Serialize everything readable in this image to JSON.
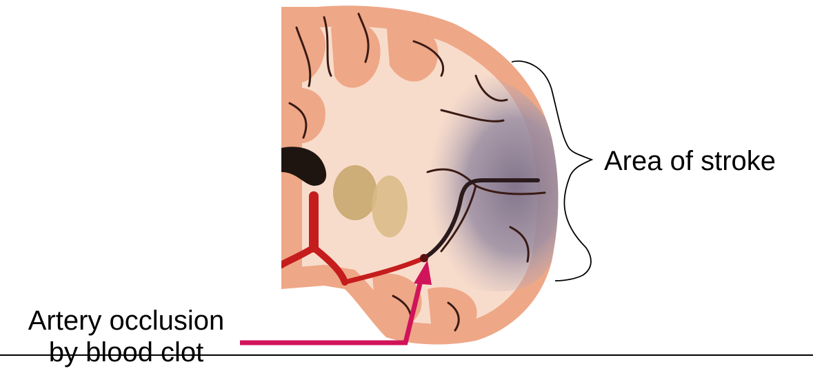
{
  "labels": {
    "stroke_area": "Area of stroke",
    "occlusion_line1": "Artery occlusion",
    "occlusion_line2": "by blood clot"
  },
  "colors": {
    "background": "#ffffff",
    "brain_white_matter": "#f8dccb",
    "brain_cortex": "#eea787",
    "sulcus_lines": "#3a1a14",
    "stroke_region": "#8c7f94",
    "artery": "#c51d1d",
    "ventricle": "#1f1510",
    "basal_ganglia": "#c6a46a",
    "pointer_arrow": "#d0145a",
    "text": "#000000",
    "baseline": "#000000"
  }
}
